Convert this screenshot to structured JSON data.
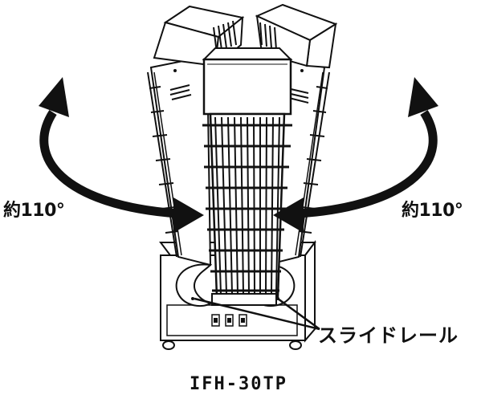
{
  "diagram": {
    "rotation_left_label": "約110°",
    "rotation_right_label": "約110°",
    "rail_label": "スライドレール",
    "model_name": "IFH-30TP"
  },
  "colors": {
    "ink": "#111111",
    "background": "#ffffff"
  }
}
